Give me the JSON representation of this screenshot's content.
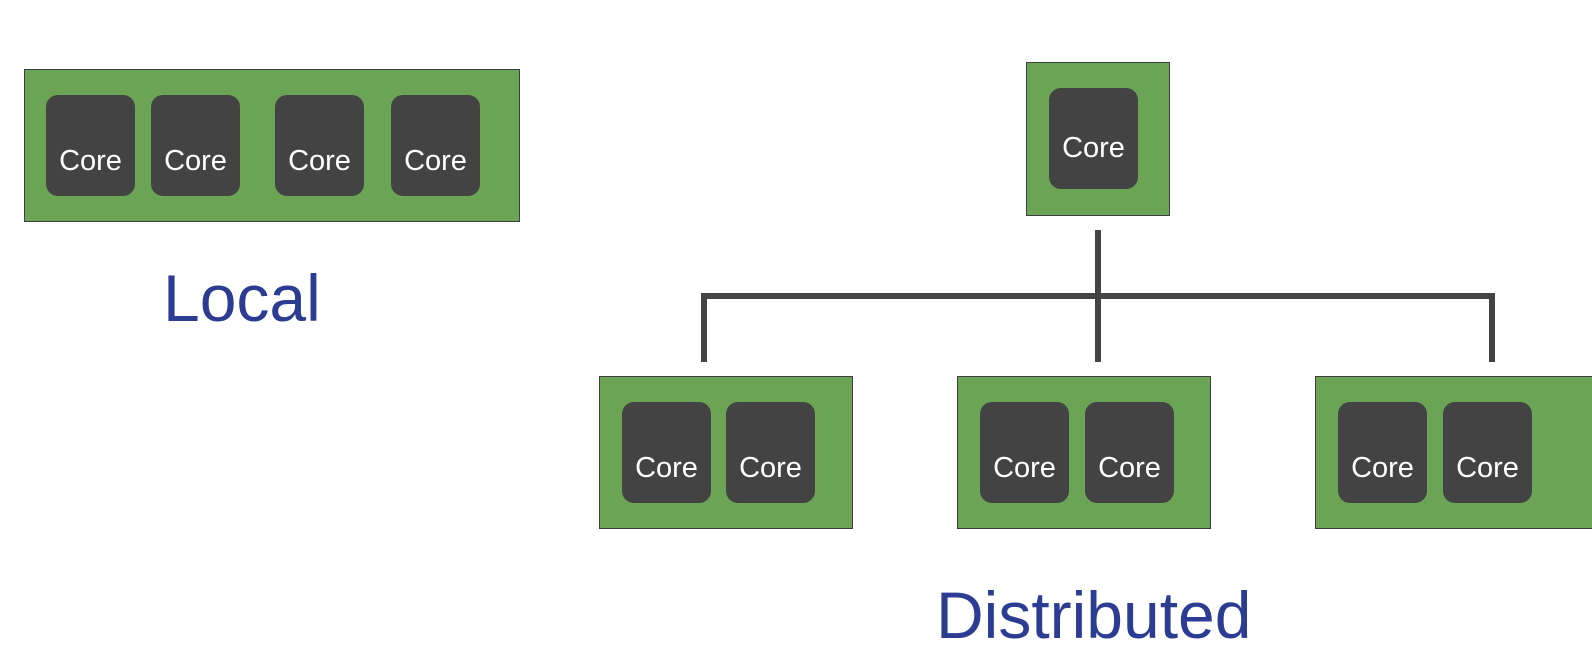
{
  "core_label": "Core",
  "local": {
    "caption": "Local",
    "cores": [
      "Core",
      "Core",
      "Core",
      "Core"
    ]
  },
  "distributed": {
    "caption": "Distributed",
    "root": {
      "cores": [
        "Core"
      ]
    },
    "nodes": [
      {
        "cores": [
          "Core",
          "Core"
        ]
      },
      {
        "cores": [
          "Core",
          "Core"
        ]
      },
      {
        "cores": [
          "Core",
          "Core"
        ]
      }
    ]
  },
  "colors": {
    "machine": "#6aa454",
    "core": "#434343",
    "core_text": "#ffffff",
    "caption": "#2d3c93",
    "connector": "#434343"
  }
}
